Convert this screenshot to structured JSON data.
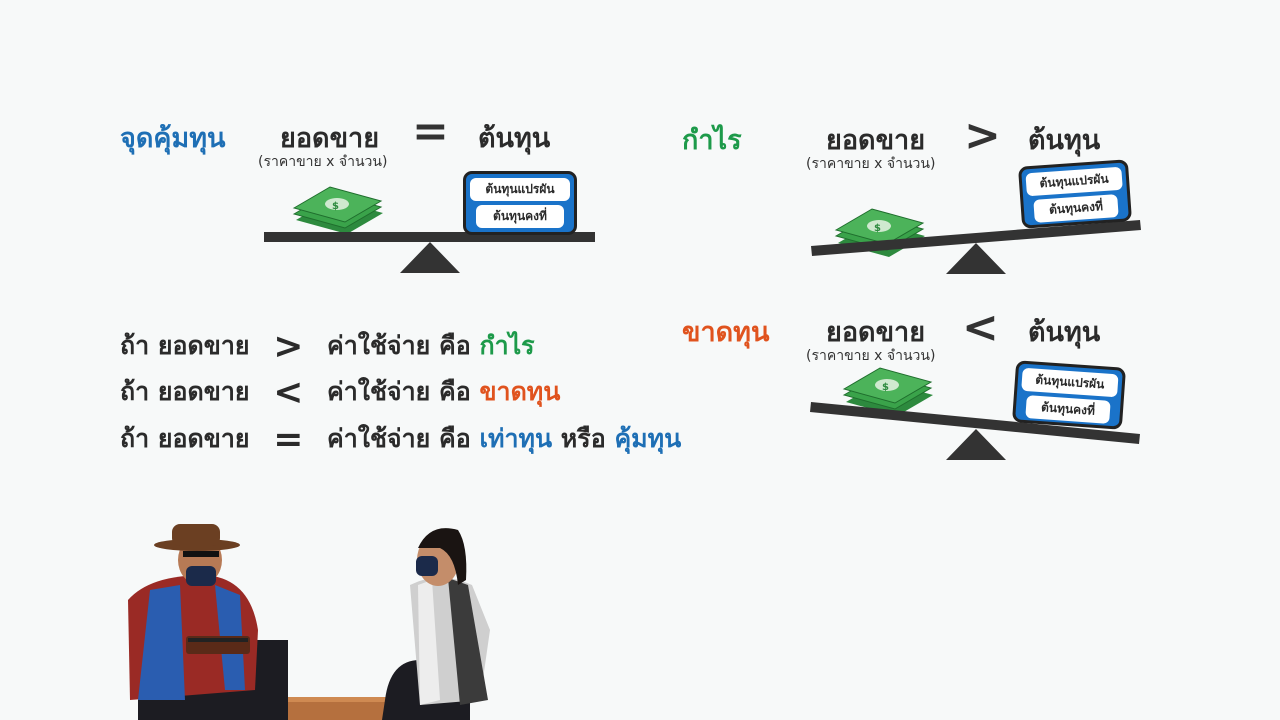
{
  "colors": {
    "accent_blue": "#1e6fb5",
    "profit_green": "#1d9a4a",
    "loss_orange": "#e0531e",
    "money_green": "#3aa34a",
    "cost_box_blue": "#1a73c9"
  },
  "breakeven": {
    "title": "จุดคุ้มทุน",
    "sales": "ยอดขาย",
    "sales_note": "(ราคาขาย x จำนวน)",
    "symbol": "=",
    "cost": "ต้นทุน",
    "variable_cost": "ต้นทุนแปรผัน",
    "fixed_cost": "ต้นทุนคงที่"
  },
  "profit": {
    "title": "กำไร",
    "sales": "ยอดขาย",
    "sales_note": "(ราคาขาย x จำนวน)",
    "symbol": ">",
    "cost": "ต้นทุน",
    "variable_cost": "ต้นทุนแปรผัน",
    "fixed_cost": "ต้นทุนคงที่"
  },
  "loss": {
    "title": "ขาดทุน",
    "sales": "ยอดขาย",
    "sales_note": "(ราคาขาย x จำนวน)",
    "symbol": "<",
    "cost": "ต้นทุน",
    "variable_cost": "ต้นทุนแปรผัน",
    "fixed_cost": "ต้นทุนคงที่"
  },
  "rules": [
    {
      "if": "ถ้า ยอดขาย",
      "symbol": ">",
      "expense": "ค่าใช้จ่าย คือ",
      "result": "กำไร"
    },
    {
      "if": "ถ้า ยอดขาย",
      "symbol": "<",
      "expense": "ค่าใช้จ่าย คือ",
      "result": "ขาดทุน"
    },
    {
      "if": "ถ้า ยอดขาย",
      "symbol": "=",
      "expense": "ค่าใช้จ่าย คือ",
      "result": "เท่าทุน",
      "or": "หรือ",
      "result2": "คุ้มทุน"
    }
  ]
}
